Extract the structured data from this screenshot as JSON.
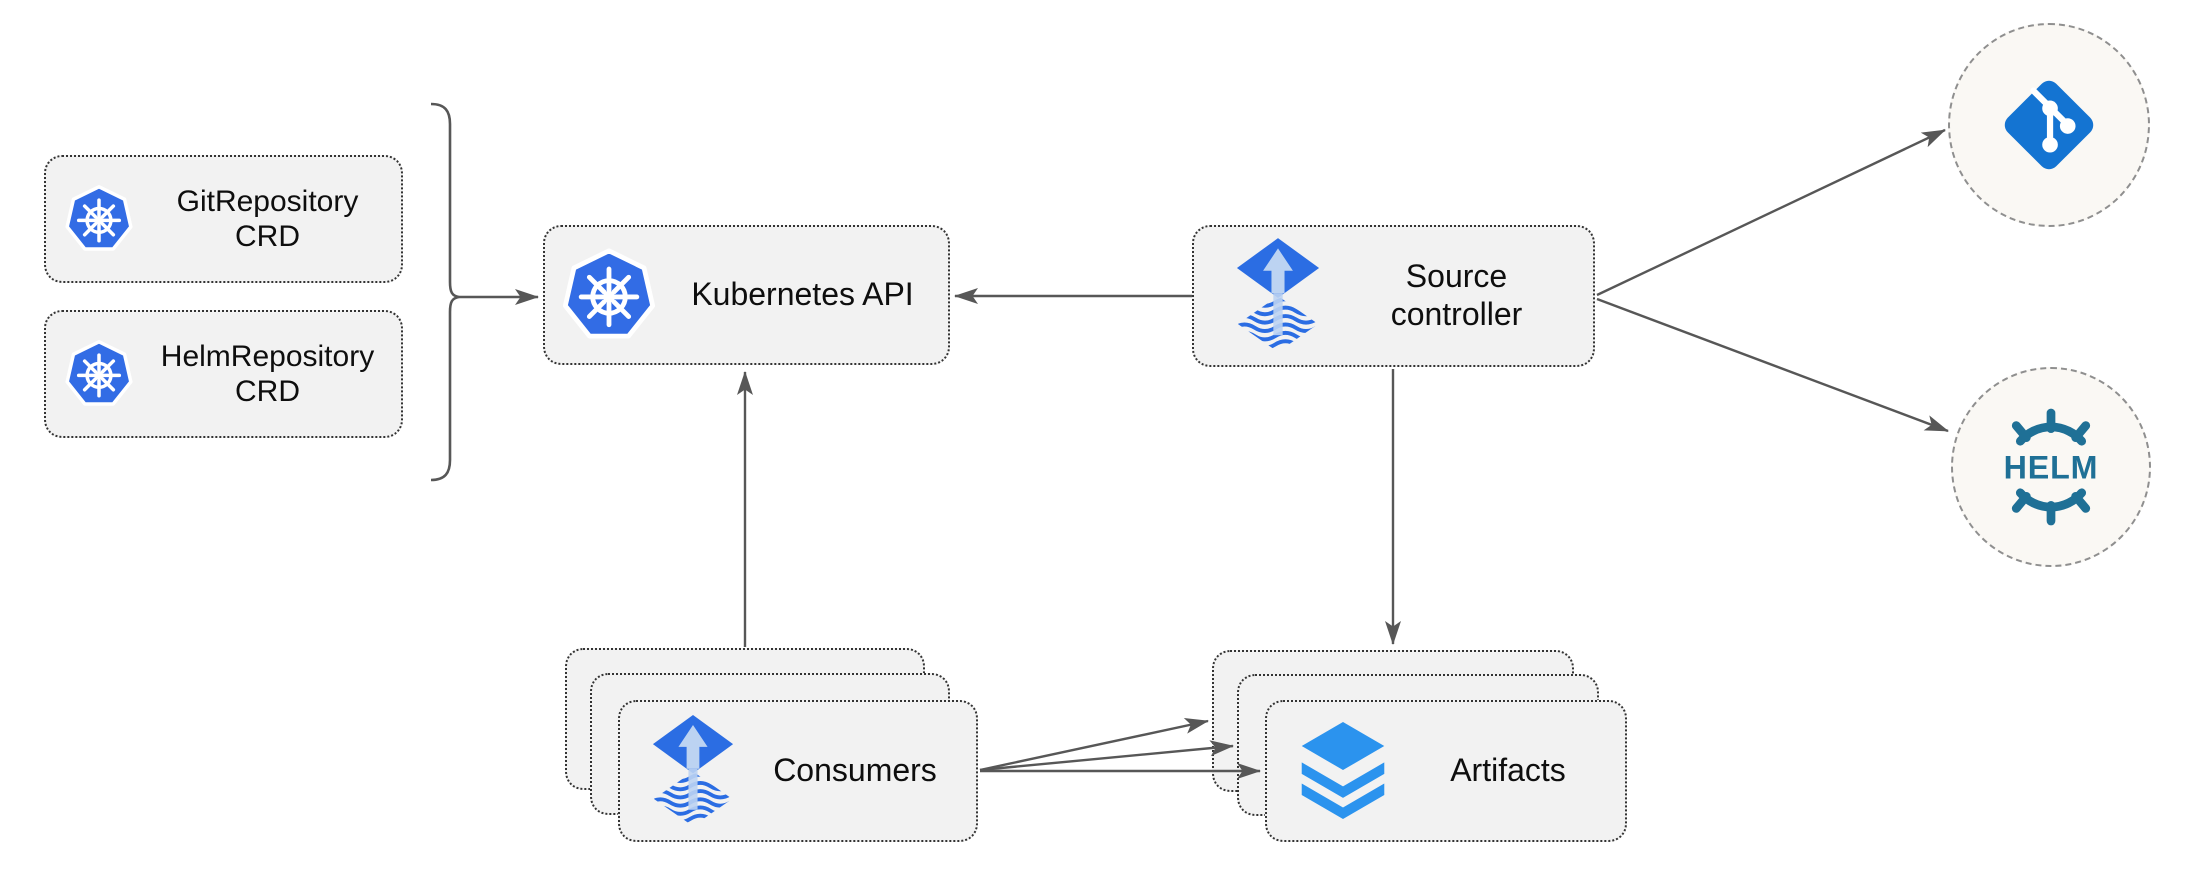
{
  "diagram": {
    "nodes": {
      "git_repository_crd": {
        "label": "GitRepository CRD"
      },
      "helm_repository_crd": {
        "label": "HelmRepository CRD"
      },
      "kubernetes_api": {
        "label": "Kubernetes API"
      },
      "source_controller": {
        "label": "Source controller"
      },
      "consumers": {
        "label": "Consumers"
      },
      "artifacts": {
        "label": "Artifacts"
      },
      "git_remote": {
        "icon": "git-icon"
      },
      "helm_remote": {
        "icon": "helm-icon",
        "wordmark": "HELM"
      }
    },
    "edges": [
      {
        "from": "git_repository_crd,helm_repository_crd",
        "to": "kubernetes_api",
        "style": "brace-arrow"
      },
      {
        "from": "source_controller",
        "to": "kubernetes_api"
      },
      {
        "from": "consumers",
        "to": "kubernetes_api"
      },
      {
        "from": "source_controller",
        "to": "artifacts"
      },
      {
        "from": "source_controller",
        "to": "git_remote"
      },
      {
        "from": "source_controller",
        "to": "helm_remote"
      },
      {
        "from": "consumers",
        "to": "artifacts",
        "note": "three arrows to stacked boxes"
      }
    ],
    "colors": {
      "kubernetes_blue": "#326ce5",
      "flux_blue": "#2b6de3",
      "flux_light": "#bcd3f2",
      "git_blue": "#1474d2",
      "helm_teal": "#1f7096",
      "artifact_blue": "#2b93ee",
      "box_fill": "#f2f2f2",
      "box_border": "#333333",
      "circle_fill": "#faf8f4",
      "circle_border": "#8f8f8f",
      "arrow": "#575757",
      "label_color": "#0e0e0e"
    }
  }
}
